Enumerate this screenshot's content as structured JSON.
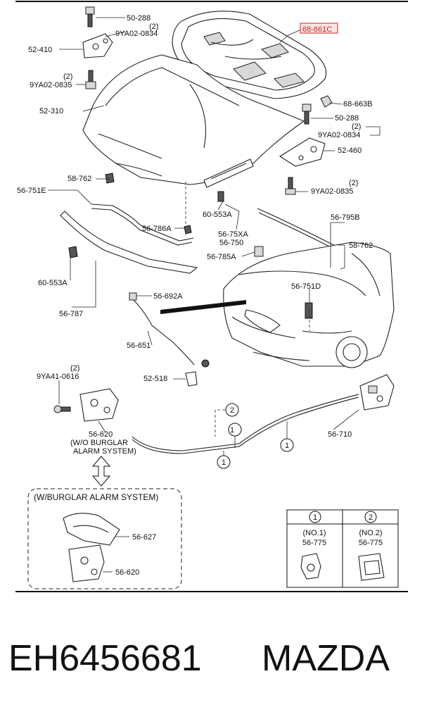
{
  "labels": {
    "l_50288_a": "50-288",
    "l_2_a": "(2)",
    "l_9ya02_0834_a": "9YA02-0834",
    "l_52410": "52-410",
    "l_2_b": "(2)",
    "l_9ya02_0835_a": "9YA02-0835",
    "l_52310": "52-310",
    "l_68661c": "68-661C",
    "l_68663b": "68-663B",
    "l_50288_b": "50-288",
    "l_2_c": "(2)",
    "l_9ya02_0834_b": "9YA02-0834",
    "l_52460": "52-460",
    "l_2_d": "(2)",
    "l_9ya02_0835_b": "9YA02-0835",
    "l_58762_a": "58-762",
    "l_56751e": "56-751E",
    "l_60553a_a": "60-553A",
    "l_56786a": "56-786A",
    "l_56795b": "56-795B",
    "l_56_75xa": "56-75XA",
    "l_56750": "56-750",
    "l_56785a": "56-785A",
    "l_58762_b": "58-762",
    "l_60553a_b": "60-553A",
    "l_56787": "56-787",
    "l_56692a": "56-692A",
    "l_56751d": "56-751D",
    "l_56651": "56-651",
    "l_52518": "52-518",
    "l_2_e": "(2)",
    "l_9ya41_0616": "9YA41-0616",
    "l_56620_a": "56-620",
    "l_wo_burglar_1": "(W/O BURGLAR",
    "l_wo_burglar_2": "ALARM SYSTEM)",
    "l_56710": "56-710",
    "l_w_burglar": "(W/BURGLAR ALARM SYSTEM)",
    "l_56627": "56-627",
    "l_56620_b": "56-620",
    "c1_a": "1",
    "c1_b": "1",
    "c1_c": "1",
    "c2_a": "2",
    "legend_1": "1",
    "legend_2": "2",
    "legend_no1": "(NO.1)",
    "legend_no1_part": "56-775",
    "legend_no2": "(NO.2)",
    "legend_no2_part": "56-775"
  },
  "footer": {
    "part_number": "EH6456681",
    "brand": "MAZDA"
  },
  "colors": {
    "highlight": "#cc2222",
    "ink": "#111111"
  }
}
